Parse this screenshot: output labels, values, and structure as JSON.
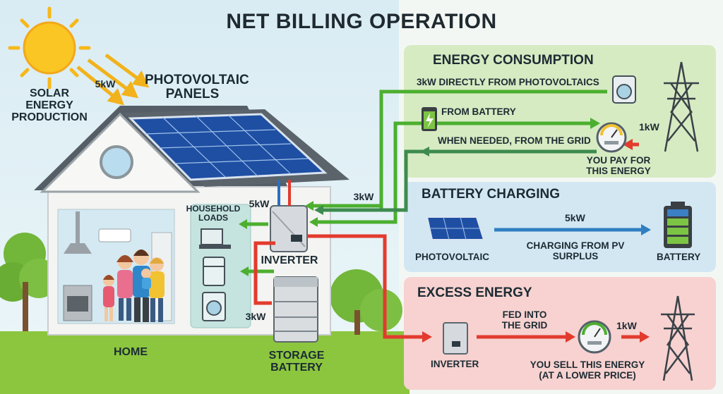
{
  "title": "NET BILLING OPERATION",
  "house": {
    "solar_label": "SOLAR ENERGY PRODUCTION",
    "solar_kw": "5kW",
    "pv_label": "PHOTOVOLTAIC PANELS",
    "household_loads": "HOUSEHOLD LOADS",
    "inverter_kw": "5kW",
    "inverter_label": "INVERTER",
    "to_loads_kw": "3kW",
    "to_consumption_kw": "3kW",
    "home_label": "HOME",
    "storage_label": "STORAGE BATTERY"
  },
  "energy_consumption": {
    "title": "ENERGY CONSUMPTION",
    "direct": "3kW DIRECTLY FROM PHOTOVOLTAICS",
    "battery": "FROM BATTERY",
    "grid": "WHEN NEEDED, FROM THE GRID",
    "grid_kw": "1kW",
    "pay": "YOU PAY FOR THIS ENERGY"
  },
  "battery_charging": {
    "title": "BATTERY CHARGING",
    "source": "PHOTOVOLTAIC",
    "kw": "5kW",
    "desc": "CHARGING FROM PV SURPLUS",
    "target": "BATTERY"
  },
  "excess_energy": {
    "title": "EXCESS ENERGY",
    "inverter": "INVERTER",
    "fed": "FED INTO THE GRID",
    "kw": "1kW",
    "sell": "YOU SELL THIS ENERGY (AT A LOWER PRICE)"
  },
  "colors": {
    "green_arrow": "#4caf2f",
    "blue_arrow": "#2f7fc1",
    "red_arrow": "#e23b2e",
    "panel_green": "#d6ebc2",
    "panel_blue": "#d3e7f3",
    "panel_red": "#f7d2d0"
  }
}
